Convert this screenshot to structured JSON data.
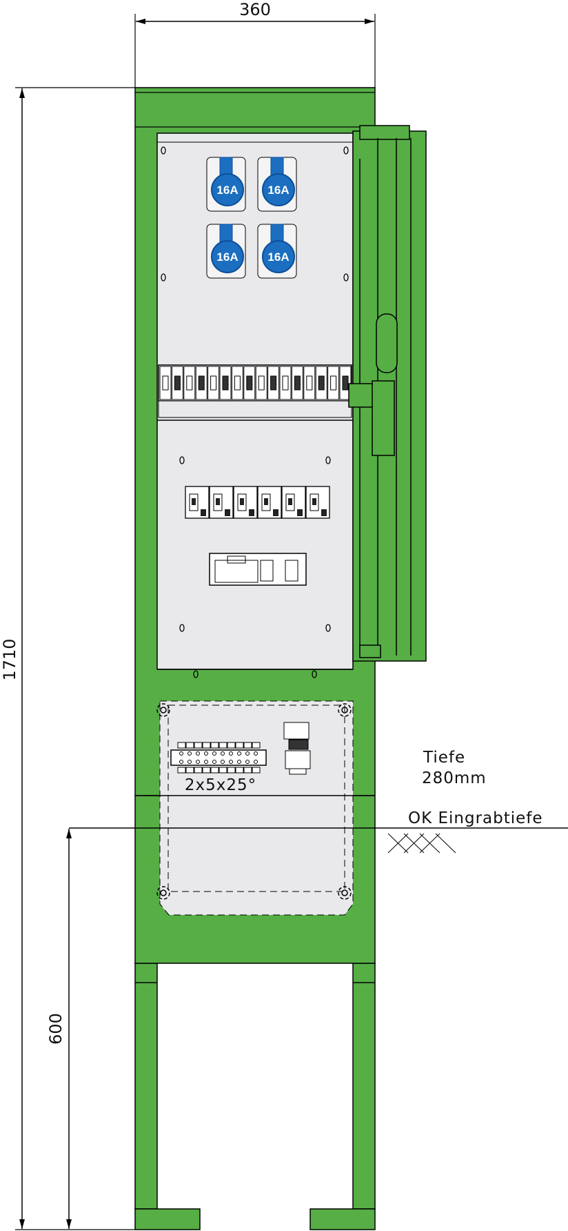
{
  "dimensions": {
    "width": "360",
    "height": "1710",
    "burial_depth": "600"
  },
  "labels": {
    "depth_title": "Tiefe",
    "depth_value": "280mm",
    "ground_level": "OK Eingrabtiefe",
    "terminal_block": "2x5x25°"
  },
  "sockets": [
    {
      "label": "16A"
    },
    {
      "label": "16A"
    },
    {
      "label": "16A"
    },
    {
      "label": "16A"
    }
  ],
  "colors": {
    "housing": "#56ae45",
    "panel": "#e9e9ec",
    "socket": "#1c6fc0",
    "socket_dark": "#0d4e9a"
  }
}
